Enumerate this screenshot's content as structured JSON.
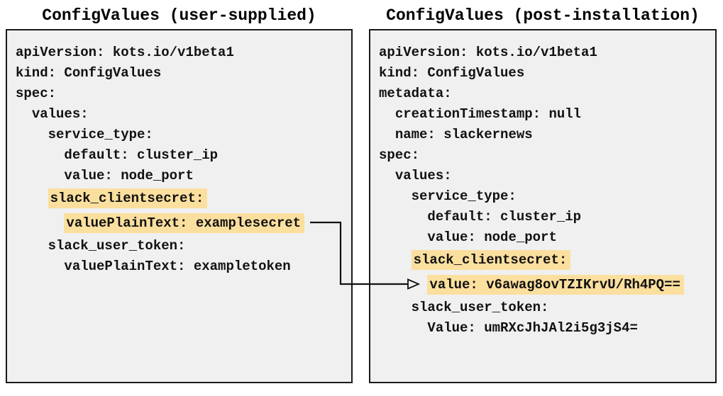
{
  "panels": {
    "left": {
      "title": "ConfigValues (user-supplied)",
      "lines": [
        {
          "indent": 0,
          "text": "apiVersion: kots.io/v1beta1",
          "highlight": false
        },
        {
          "indent": 0,
          "text": "kind: ConfigValues",
          "highlight": false
        },
        {
          "indent": 0,
          "text": "spec:",
          "highlight": false
        },
        {
          "indent": 2,
          "text": "values:",
          "highlight": false
        },
        {
          "indent": 4,
          "text": "service_type:",
          "highlight": false
        },
        {
          "indent": 6,
          "text": "default: cluster_ip",
          "highlight": false
        },
        {
          "indent": 6,
          "text": "value: node_port",
          "highlight": false
        },
        {
          "indent": 4,
          "text": "slack_clientsecret:",
          "highlight": true
        },
        {
          "indent": 6,
          "text": "valuePlainText: examplesecret",
          "highlight": true
        },
        {
          "indent": 4,
          "text": "slack_user_token:",
          "highlight": false
        },
        {
          "indent": 6,
          "text": "valuePlainText: exampletoken",
          "highlight": false
        }
      ]
    },
    "right": {
      "title": "ConfigValues (post-installation)",
      "lines": [
        {
          "indent": 0,
          "text": "apiVersion: kots.io/v1beta1",
          "highlight": false
        },
        {
          "indent": 0,
          "text": "kind: ConfigValues",
          "highlight": false
        },
        {
          "indent": 0,
          "text": "metadata:",
          "highlight": false
        },
        {
          "indent": 2,
          "text": "creationTimestamp: null",
          "highlight": false
        },
        {
          "indent": 2,
          "text": "name: slackernews",
          "highlight": false
        },
        {
          "indent": 0,
          "text": "spec:",
          "highlight": false
        },
        {
          "indent": 2,
          "text": "values:",
          "highlight": false
        },
        {
          "indent": 4,
          "text": "service_type:",
          "highlight": false
        },
        {
          "indent": 6,
          "text": "default: cluster_ip",
          "highlight": false
        },
        {
          "indent": 6,
          "text": "value: node_port",
          "highlight": false
        },
        {
          "indent": 4,
          "text": "slack_clientsecret:",
          "highlight": true
        },
        {
          "indent": 6,
          "text": "value: v6awag8ovTZIKrvU/Rh4PQ==",
          "highlight": true
        },
        {
          "indent": 4,
          "text": "slack_user_token:",
          "highlight": false
        },
        {
          "indent": 6,
          "text": "Value: umRXcJhJAl2i5g3jS4=",
          "highlight": false
        }
      ]
    }
  },
  "arrow": {
    "from_text": "valuePlainText: examplesecret",
    "to_text": "value: v6awag8ovTZIKrvU/Rh4PQ=="
  },
  "colors": {
    "highlight": "#FBDF9E",
    "panel_bg": "#F0F0F0",
    "border": "#1A1A1A",
    "arrow": "#111111"
  }
}
